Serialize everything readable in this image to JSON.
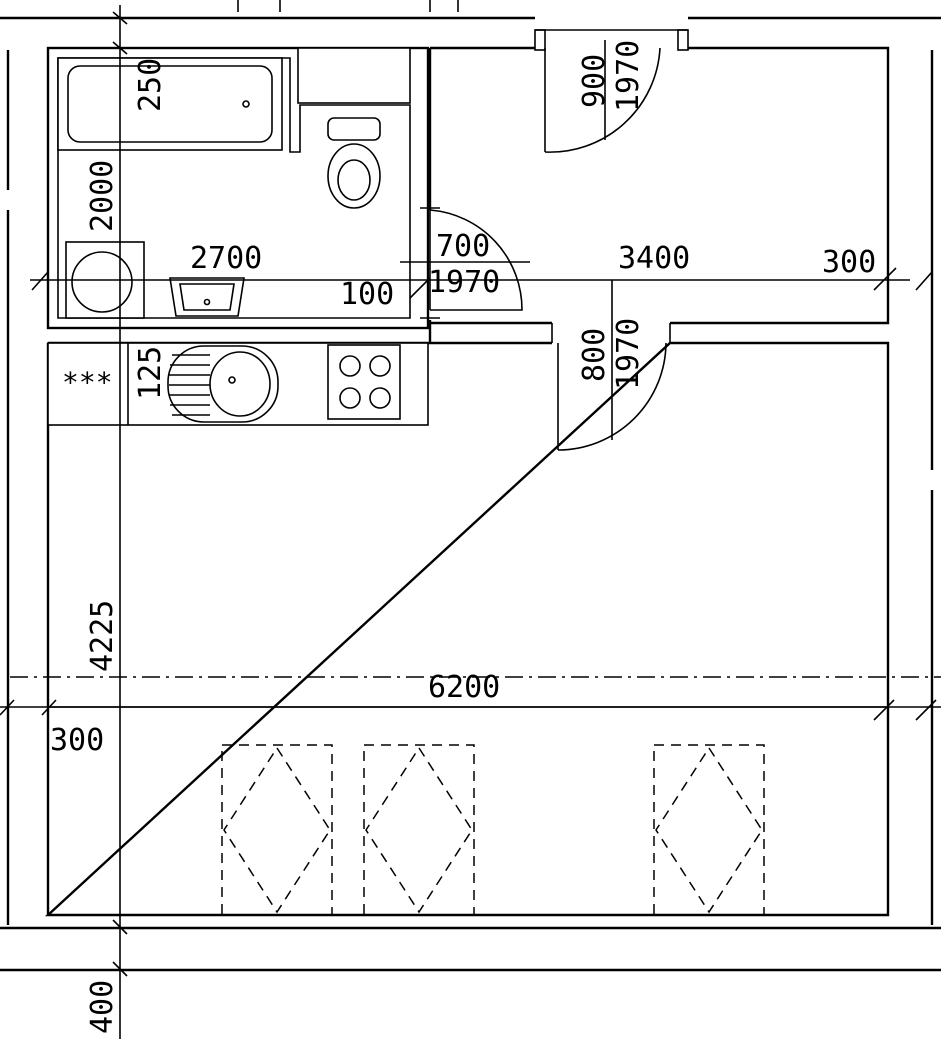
{
  "dimensions": {
    "bath_tub_gap": "250",
    "bath_depth": "2000",
    "bath_width": "2700",
    "hall_width": "3400",
    "right_wall": "300",
    "partition": "100",
    "bath_door_width": "700",
    "bath_door_height": "1970",
    "entry_door_width": "900",
    "entry_door_height": "1970",
    "room_door_width": "800",
    "room_door_height": "1970",
    "kitchen_gap": "125",
    "room_depth": "4225",
    "total_width": "6200",
    "window_wall": "300",
    "outer_wall": "400"
  },
  "markers": {
    "kitchen_stars": "***"
  }
}
